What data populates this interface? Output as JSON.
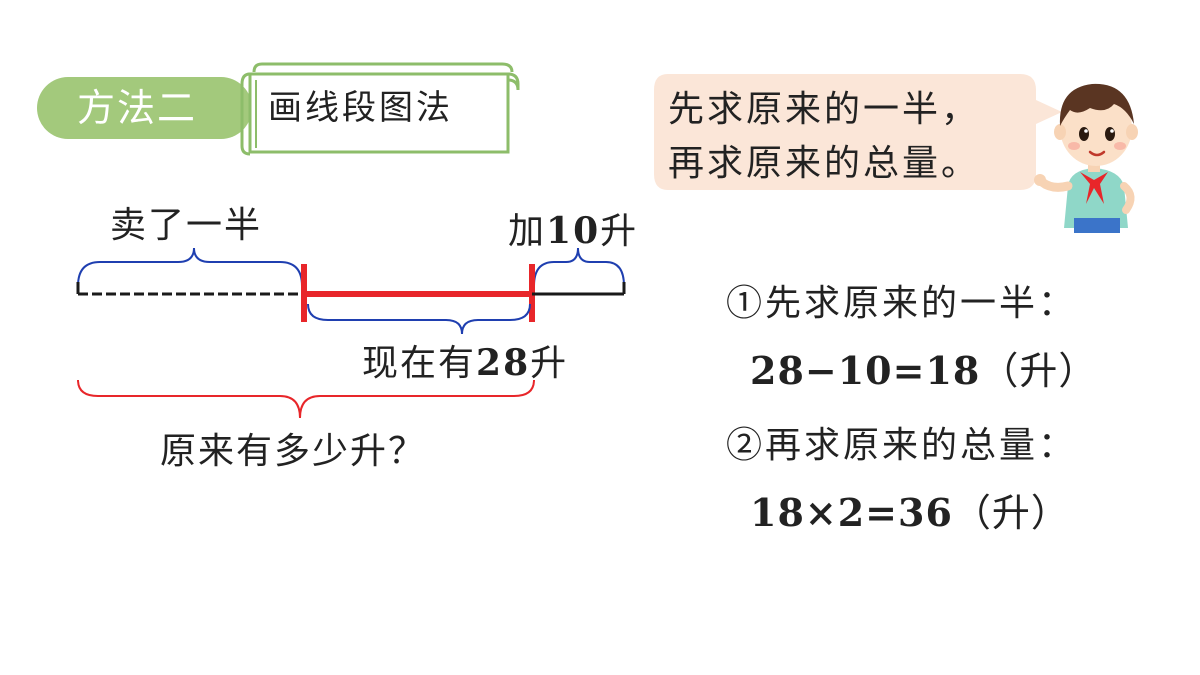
{
  "header": {
    "method_label": "方法二",
    "title": "画线段图法"
  },
  "speech": {
    "line1": "先求原来的一半，",
    "line2": "再求原来的总量。"
  },
  "diagram": {
    "sold_half": "卖了一半",
    "add_prefix": "加",
    "add_value": "10",
    "add_unit": "升",
    "now_prefix": "现在有",
    "now_value": "28",
    "now_unit": "升",
    "question": "原来有多少升？"
  },
  "solution": {
    "step1": "①先求原来的一半：",
    "calc1_expr": "28−10=18",
    "calc1_unit": "（升）",
    "step2": "②再求原来的总量：",
    "calc2_expr": "18×2=36",
    "calc2_unit": "（升）"
  },
  "colors": {
    "pill_green": "#a3c97c",
    "scroll_border": "#8dbd6a",
    "bubble_fill": "#fbe6d8",
    "bracket_blue": "#1f3fb0",
    "highlight_red": "#e8262a"
  }
}
